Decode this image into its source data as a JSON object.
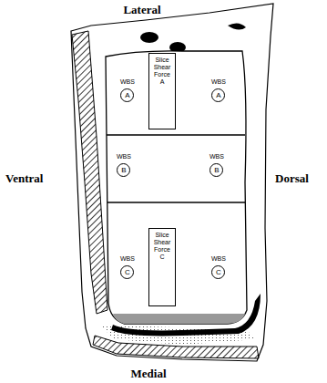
{
  "diagram": {
    "nodes": [
      {
        "text": [
          "WBS",
          "A"
        ]
      },
      {
        "text": [
          "Slice Shear Force A"
        ]
      },
      {
        "text": [
          "WBS",
          "A"
        ]
      },
      {
        "text": [
          "WBS",
          "B"
        ]
      },
      {
        "text": [
          "WBS",
          "B"
        ]
      },
      {
        "text": [
          "WBS",
          "C"
        ]
      },
      {
        "text": [
          "Slice Shear Force C"
        ]
      },
      {
        "text": [
          "WBS",
          "C"
        ]
      }
    ],
    "edges": [],
    "labels": [
      "Lateral",
      "Ventral",
      "Dorsal",
      "Medial"
    ]
  }
}
